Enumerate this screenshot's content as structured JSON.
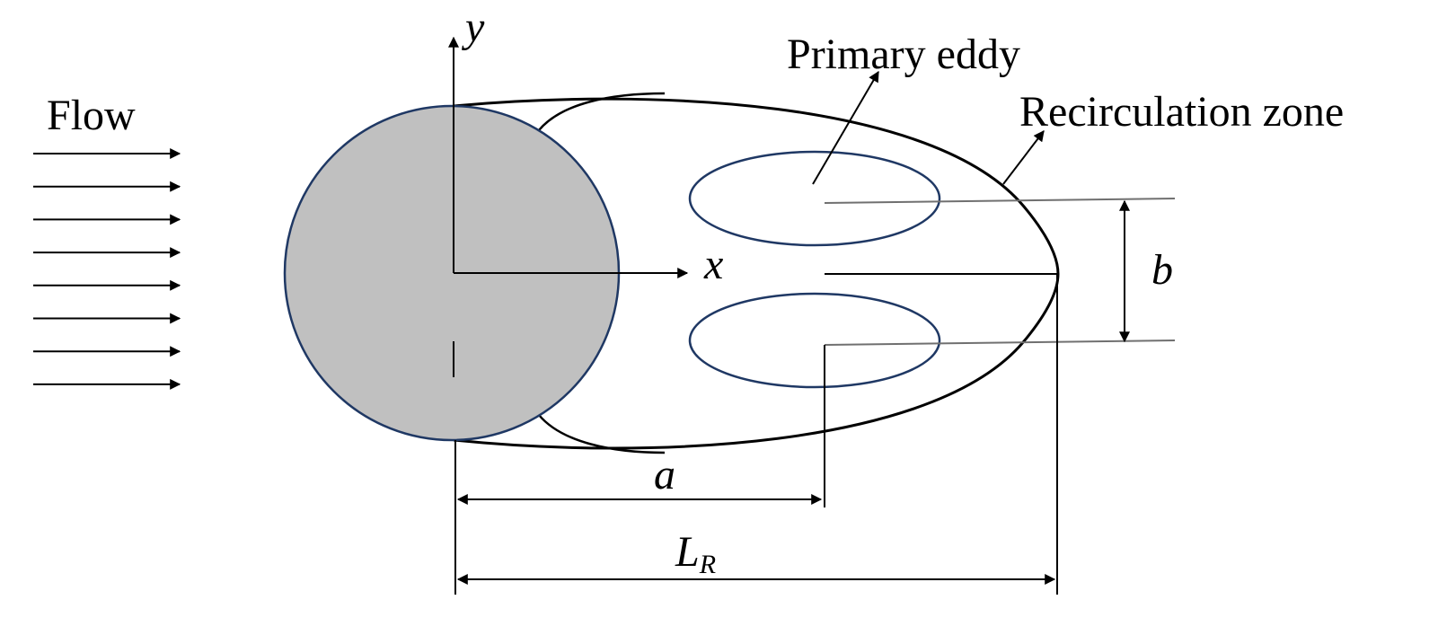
{
  "flow": {
    "label": "Flow",
    "arrow_count": 8
  },
  "axes": {
    "x_label": "x",
    "y_label": "y"
  },
  "eddy": {
    "label": "Primary eddy"
  },
  "zone": {
    "label": "Recirculation zone"
  },
  "dims": {
    "a": "a",
    "b": "b",
    "L": "L",
    "L_sub": "R"
  },
  "colors": {
    "cylinder_fill": "#c0c0c0",
    "eddy_stroke": "#1f3864",
    "line": "#000000"
  }
}
